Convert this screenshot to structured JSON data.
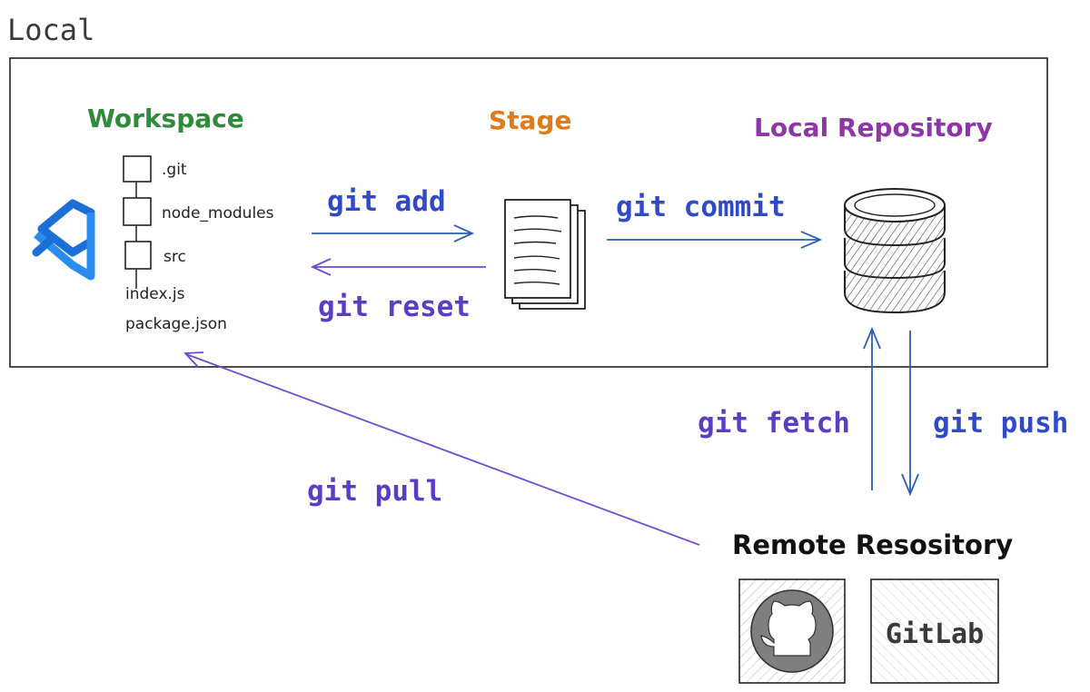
{
  "local_label": "Local",
  "workspace": {
    "title": "Workspace",
    "title_color": "#2f8a3a",
    "tree": [
      ".git",
      "node_modules",
      "src",
      "index.js",
      "package.json"
    ],
    "icon": "vscode-icon"
  },
  "stage": {
    "title": "Stage",
    "title_color": "#e07b1a",
    "icon": "documents-icon"
  },
  "local_repository": {
    "title": "Local Repository",
    "title_color": "#8e35a8",
    "icon": "database-icon"
  },
  "remote_repository": {
    "title": "Remote Resository",
    "providers": [
      {
        "name": "github",
        "icon": "github-icon"
      },
      {
        "name": "gitlab",
        "label": "GitLab"
      }
    ]
  },
  "commands": {
    "add": "git add",
    "reset": "git reset",
    "commit": "git commit",
    "fetch": "git fetch",
    "push": "git push",
    "pull": "git pull"
  },
  "colors": {
    "command_blue": "#2f49c8",
    "command_purple": "#5b3cc4",
    "arrow_blue": "#2b5fb4",
    "arrow_purple": "#6e4ad6",
    "border": "#222222"
  }
}
